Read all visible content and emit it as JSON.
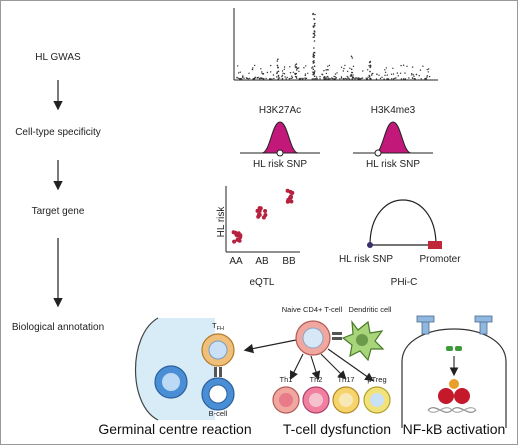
{
  "workflow": {
    "steps": [
      "HL GWAS",
      "Cell-type specificity",
      "Target gene",
      "Biological annotation"
    ]
  },
  "histone_marks": {
    "left": {
      "title": "H3K27Ac",
      "caption": "HL risk SNP"
    },
    "right": {
      "title": "H3K4me3",
      "caption": "HL risk SNP"
    }
  },
  "eqtl": {
    "y_label": "HL risk",
    "x_ticks": [
      "AA",
      "AB",
      "BB"
    ],
    "caption": "eQTL"
  },
  "phic": {
    "left_label": "HL risk SNP",
    "right_label": "Promoter",
    "caption": "PHi-C"
  },
  "cells": {
    "tfh": "TFH",
    "bcell": "B-cell",
    "naive": "Naive CD4+ T-cell",
    "dendritic": "Dendritic cell",
    "subsets": [
      "Th1",
      "Th2",
      "Th17",
      "pTreg"
    ]
  },
  "outcomes": {
    "germinal": "Germinal centre reaction",
    "tcell": "T-cell dysfunction",
    "nfkb": "NF-kB activation"
  },
  "colors": {
    "peak": "#c2187a",
    "eqtl_dot": "#b5213e",
    "promoter": "#c0283a",
    "tcell": "#f0a7a0",
    "th2": "#f07fa0",
    "th17": "#f6d36b",
    "ptreg": "#f2e27a",
    "dendritic": "#a8d47a",
    "tfh": "#f0c07a",
    "bcell_blue": "#4a8fd6",
    "receptor": "#8fb7e0",
    "nfkb_red": "#c4182b",
    "nfkb_orange": "#e8a02a",
    "nfkb_green": "#3d9a3a"
  }
}
